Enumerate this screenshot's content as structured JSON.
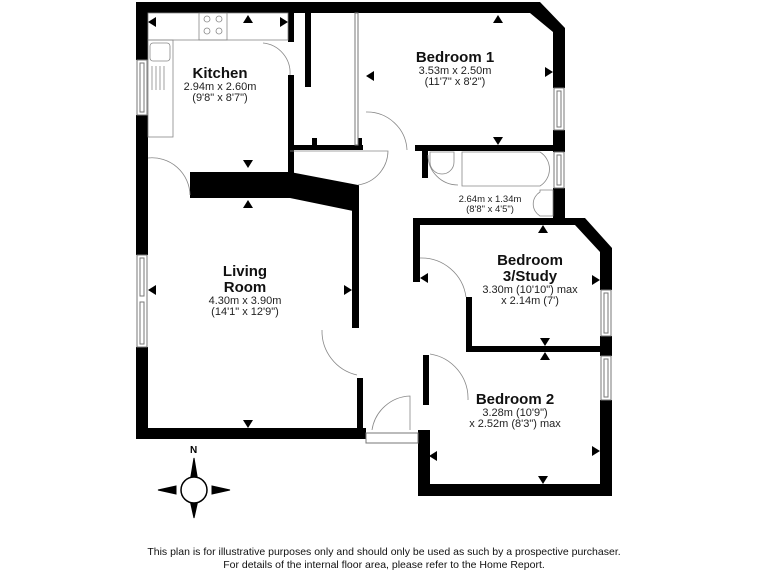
{
  "rooms": {
    "kitchen": {
      "name": "Kitchen",
      "dim_metric": "2.94m x 2.60m",
      "dim_imperial": "(9'8\" x 8'7\")"
    },
    "bedroom1": {
      "name": "Bedroom 1",
      "dim_metric": "3.53m x 2.50m",
      "dim_imperial": "(11'7\" x 8'2\")"
    },
    "bathroom": {
      "name": "",
      "dim_metric": "2.64m x 1.34m",
      "dim_imperial": "(8'8\" x 4'5\")"
    },
    "living": {
      "name_line1": "Living",
      "name_line2": "Room",
      "dim_metric": "4.30m x 3.90m",
      "dim_imperial": "(14'1\" x 12'9\")"
    },
    "bedroom3": {
      "name_line1": "Bedroom",
      "name_line2": "3/Study",
      "dim_line1": "3.30m (10'10\") max",
      "dim_line2": "x 2.14m (7')"
    },
    "bedroom2": {
      "name": "Bedroom 2",
      "dim_line1": "3.28m (10'9\")",
      "dim_line2": "x 2.52m (8'3\") max"
    }
  },
  "compass": {
    "north_label": "N",
    "icon": "compass-rose-icon"
  },
  "footer": {
    "line1": "This plan is for illustrative purposes only and should only be used as such by a prospective purchaser.",
    "line2": "For details of the internal floor area, please refer to the Home Report."
  },
  "colors": {
    "wall": "#000000",
    "background": "#ffffff",
    "fixture_line": "#888888"
  }
}
